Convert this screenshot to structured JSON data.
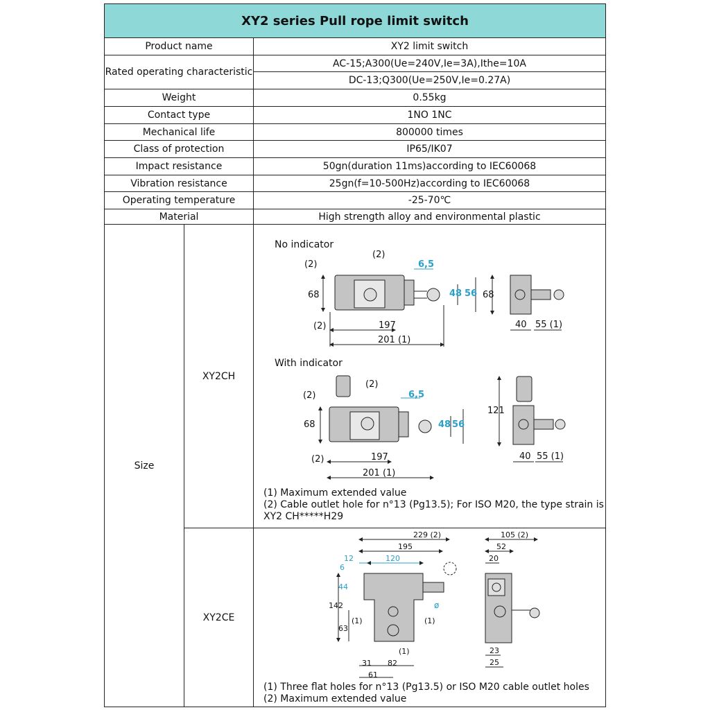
{
  "title": "XY2 series Pull rope limit switch",
  "specs": [
    {
      "label": "Product name",
      "value": "XY2 limit switch"
    },
    {
      "label": "Rated operating characteristic",
      "values": [
        "AC-15;A300(Ue=240V,Ie=3A),Ithe=10A",
        "DC-13;Q300(Ue=250V,Ie=0.27A)"
      ]
    },
    {
      "label": "Weight",
      "value": "0.55kg"
    },
    {
      "label": "Contact type",
      "value": "1NO 1NC"
    },
    {
      "label": "Mechanical life",
      "value": "800000 times"
    },
    {
      "label": "Class of protection",
      "value": "IP65/IK07"
    },
    {
      "label": "Impact resistance",
      "value": "50gn(duration 11ms)according to IEC60068"
    },
    {
      "label": "Vibration resistance",
      "value": "25gn(f=10-500Hz)according to IEC60068"
    },
    {
      "label": "Operating temperature",
      "value": "-25-70℃"
    },
    {
      "label": "Material",
      "value": "High strength alloy and environmental plastic"
    }
  ],
  "size": {
    "label": "Size",
    "xy2ch": {
      "model": "XY2CH",
      "no_indicator": "No indicator",
      "with_indicator": "With indicator",
      "dims": {
        "d68": "68",
        "d48": "48",
        "d56": "56",
        "d65": "6,5",
        "d197": "197",
        "d201": "201 (1)",
        "d40": "40",
        "d55": "55 (1)",
        "d121": "121",
        "n2": "(2)"
      },
      "notes": [
        "(1) Maximum extended value",
        "(2) Cable outlet hole for n°13 (Pg13.5); For ISO M20, the type strain is",
        "XY2 CH*****H29"
      ]
    },
    "xy2ce": {
      "model": "XY2CE",
      "dims": {
        "d229": "229 (2)",
        "d195": "195",
        "d12": "12",
        "d120": "120",
        "d6": "6",
        "d44": "44",
        "d142": "142",
        "d63": "63",
        "d31": "31",
        "d82": "82",
        "d61": "61",
        "d105": "105 (2)",
        "d52": "52",
        "d20": "20",
        "d23": "23",
        "d25": "25",
        "n1": "(1)",
        "dia": "ø"
      },
      "notes": [
        "(1) Three flat holes for n°13   (Pg13.5) or    ISO M20 cable outlet holes",
        "(2) Maximum extended value"
      ]
    }
  },
  "colors": {
    "header_bg": "#8fd8d8",
    "dim_blue": "#2aa0c8",
    "part_fill": "#c4c4c4"
  }
}
